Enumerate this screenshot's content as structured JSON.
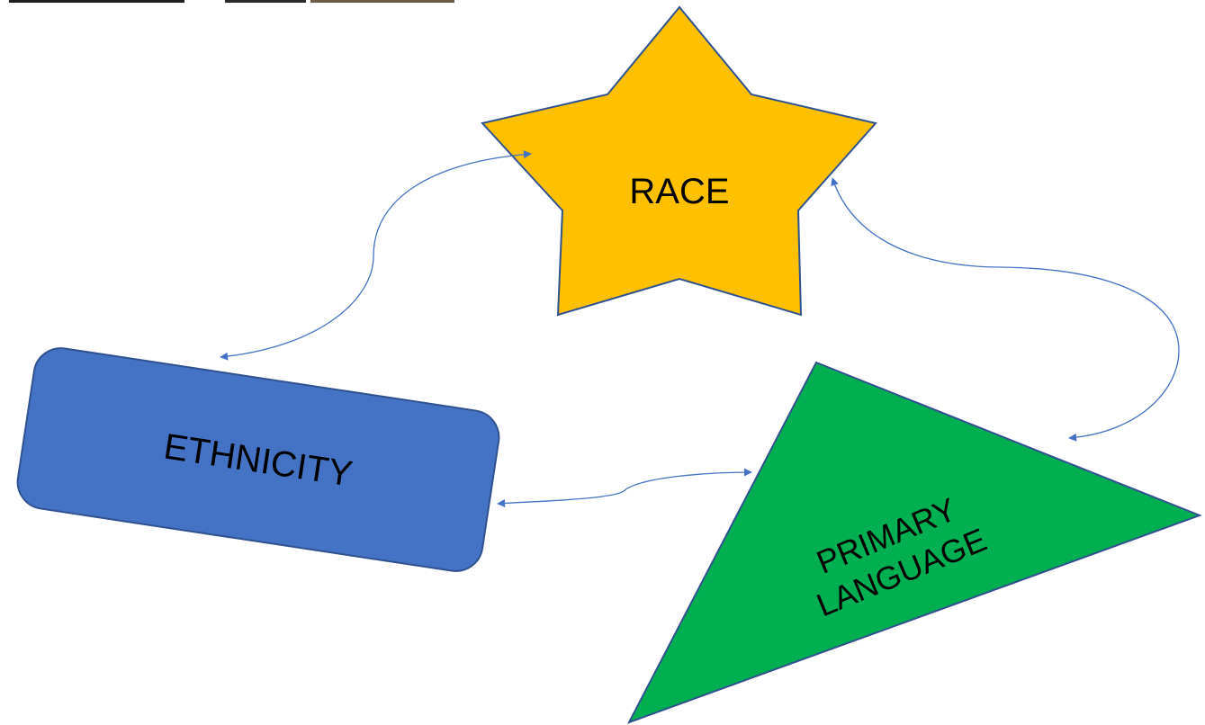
{
  "colors": {
    "star_fill": "#ffc000",
    "star_stroke": "#2f528f",
    "rect_fill": "#4472c4",
    "rect_stroke": "#2f528f",
    "triangle_fill": "#00b050",
    "triangle_stroke": "#2f528f",
    "arrow": "#4472c4",
    "top_strip_dark": "#1e1e1e",
    "top_strip_brown": "#6b5a44"
  },
  "shapes": {
    "race": {
      "label": "RACE"
    },
    "ethnicity": {
      "label": "ETHNICITY"
    },
    "primary_language": {
      "line1": "PRIMARY",
      "line2": "LANGUAGE"
    }
  },
  "connectors": [
    {
      "from": "RACE",
      "to": "ETHNICITY",
      "style": "double-arrow"
    },
    {
      "from": "ETHNICITY",
      "to": "PRIMARY LANGUAGE",
      "style": "double-arrow"
    },
    {
      "from": "PRIMARY LANGUAGE",
      "to": "RACE",
      "style": "double-arrow"
    }
  ]
}
